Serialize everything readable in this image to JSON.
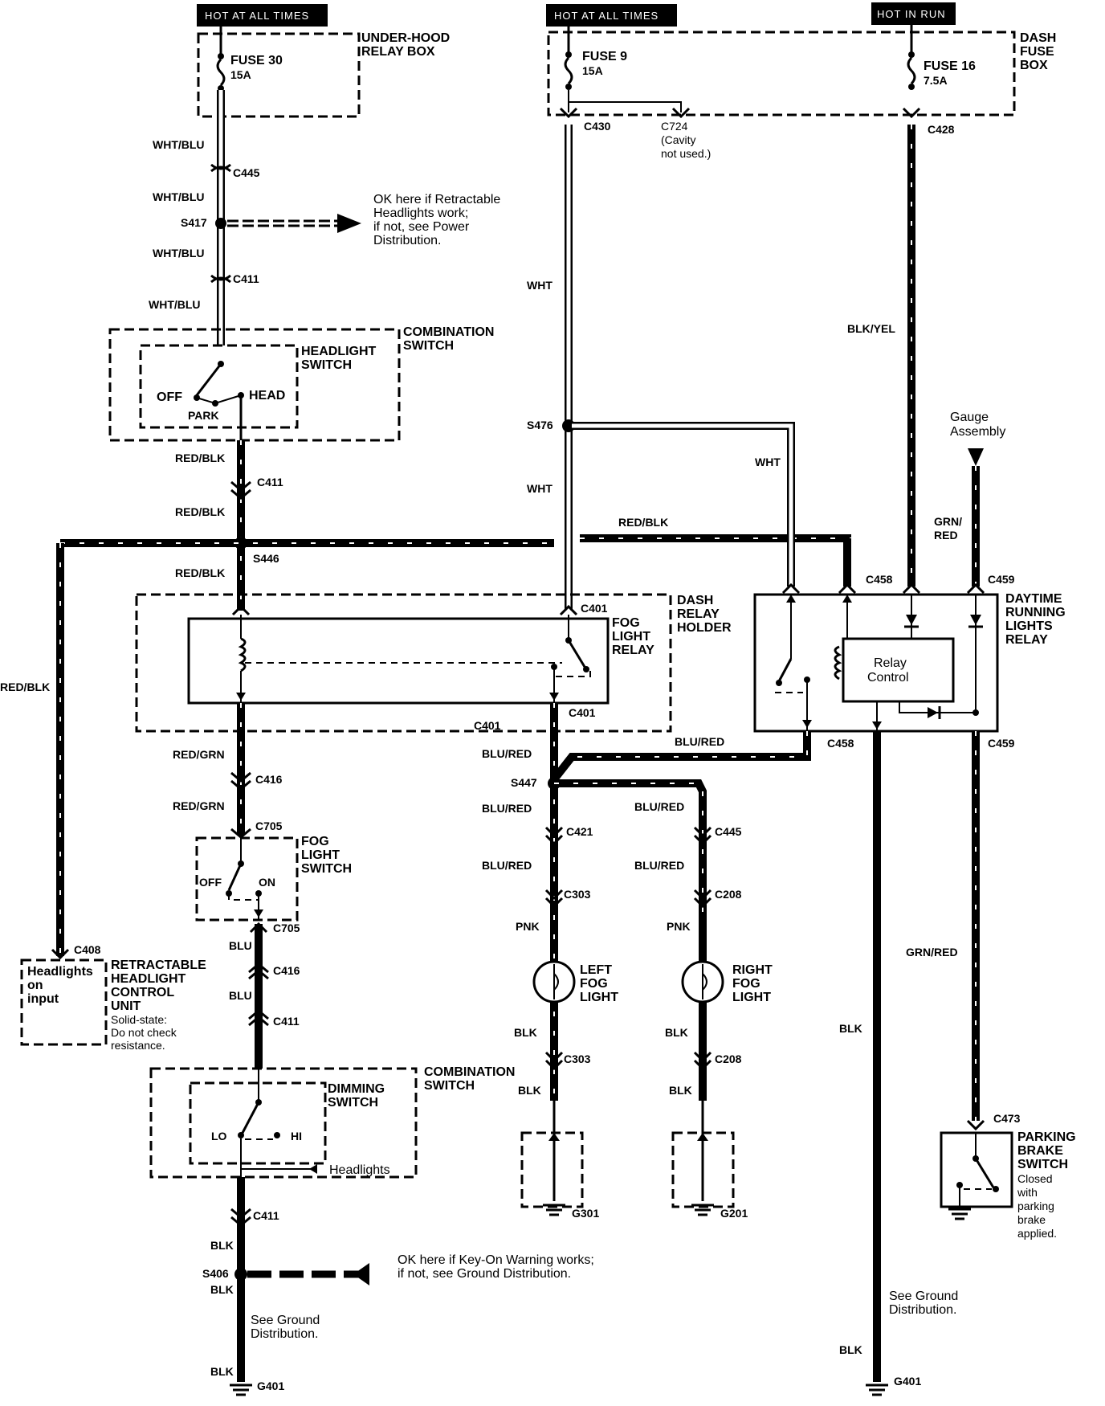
{
  "headers": {
    "hot_at_all_times_1": "HOT AT ALL TIMES",
    "hot_at_all_times_2": "HOT AT ALL TIMES",
    "hot_in_run": "HOT IN RUN"
  },
  "boxes": {
    "under_hood_relay_box_1": "UNDER-HOOD",
    "under_hood_relay_box_2": "RELAY BOX",
    "dash_fuse_box_1": "DASH",
    "dash_fuse_box_2": "FUSE",
    "dash_fuse_box_3": "BOX",
    "combination_switch_1": "COMBINATION",
    "combination_switch_2": "SWITCH",
    "headlight_switch_1": "HEADLIGHT",
    "headlight_switch_2": "SWITCH",
    "dash_relay_holder_1": "DASH",
    "dash_relay_holder_2": "RELAY",
    "dash_relay_holder_3": "HOLDER",
    "fog_light_relay_1": "FOG",
    "fog_light_relay_2": "LIGHT",
    "fog_light_relay_3": "RELAY",
    "drl_relay_1": "DAYTIME",
    "drl_relay_2": "RUNNING",
    "drl_relay_3": "LIGHTS",
    "drl_relay_4": "RELAY",
    "relay_control_1": "Relay",
    "relay_control_2": "Control",
    "fog_light_switch_1": "FOG",
    "fog_light_switch_2": "LIGHT",
    "fog_light_switch_3": "SWITCH",
    "retract_unit_1": "RETRACTABLE",
    "retract_unit_2": "HEADLIGHT",
    "retract_unit_3": "CONTROL",
    "retract_unit_4": "UNIT",
    "retract_note_1": "Solid-state:",
    "retract_note_2": "Do not check",
    "retract_note_3": "resistance.",
    "headlights_on_1": "Headlights",
    "headlights_on_2": "on",
    "headlights_on_3": "input",
    "combination_switch_b1": "COMBINATION",
    "combination_switch_b2": "SWITCH",
    "dimming_switch_1": "DIMMING",
    "dimming_switch_2": "SWITCH",
    "left_fog_1": "LEFT",
    "left_fog_2": "FOG",
    "left_fog_3": "LIGHT",
    "right_fog_1": "RIGHT",
    "right_fog_2": "FOG",
    "right_fog_3": "LIGHT",
    "parking_brake_1": "PARKING",
    "parking_brake_2": "BRAKE",
    "parking_brake_3": "SWITCH",
    "parking_brake_4": "Closed",
    "parking_brake_5": "with",
    "parking_brake_6": "parking",
    "parking_brake_7": "brake",
    "parking_brake_8": "applied."
  },
  "fuses": {
    "fuse30": "FUSE 30",
    "fuse30_amp": "15A",
    "fuse9": "FUSE 9",
    "fuse9_amp": "15A",
    "fuse16": "FUSE 16",
    "fuse16_amp": "7.5A"
  },
  "switch_positions": {
    "off": "OFF",
    "park": "PARK",
    "head": "HEAD",
    "fog_off": "OFF",
    "fog_on": "ON",
    "lo": "LO",
    "hi": "HI",
    "headlights": "Headlights"
  },
  "wires": {
    "wht_blu_1": "WHT/BLU",
    "wht_blu_2": "WHT/BLU",
    "wht_blu_3": "WHT/BLU",
    "wht_blu_4": "WHT/BLU",
    "red_blk_1": "RED/BLK",
    "red_blk_2": "RED/BLK",
    "red_blk_3": "RED/BLK",
    "red_blk_h": "RED/BLK",
    "red_blk_left": "RED/BLK",
    "red_grn_1": "RED/GRN",
    "red_grn_2": "RED/GRN",
    "blu_1": "BLU",
    "blu_2": "BLU",
    "blk_1": "BLK",
    "blk_2": "BLK",
    "blk_3": "BLK",
    "wht_1": "WHT",
    "wht_2": "WHT",
    "wht_3": "WHT",
    "blk_yel": "BLK/YEL",
    "grn_red_1": "GRN/",
    "grn_red_2": "RED",
    "grn_red_3": "GRN/RED",
    "blu_red_1": "BLU/RED",
    "blu_red_2": "BLU/RED",
    "blu_red_3": "BLU/RED",
    "blu_red_4": "BLU/RED",
    "blu_red_5": "BLU/RED",
    "blu_red_6": "BLU/RED",
    "pnk_1": "PNK",
    "pnk_2": "PNK",
    "blk_l1": "BLK",
    "blk_l2": "BLK",
    "blk_r1": "BLK",
    "blk_r2": "BLK",
    "blk_drl": "BLK",
    "blk_drl2": "BLK"
  },
  "connectors": {
    "c445a": "C445",
    "s417": "S417",
    "c411a": "C411",
    "c411b": "C411",
    "s446": "S446",
    "c416a": "C416",
    "c705a": "C705",
    "c705b": "C705",
    "c416b": "C416",
    "c411c": "C411",
    "c411d": "C411",
    "s406": "S406",
    "g401a": "G401",
    "c408": "C408",
    "c430": "C430",
    "c724": "C724",
    "c724_note1": "(Cavity",
    "c724_note2": "not used.)",
    "s476": "S476",
    "c401a": "C401",
    "c401b": "C401",
    "s447": "S447",
    "c421": "C421",
    "c303a": "C303",
    "c303b": "C303",
    "g301": "G301",
    "c445b": "C445",
    "c208a": "C208",
    "c208b": "C208",
    "g201": "G201",
    "c428": "C428",
    "c458a": "C458",
    "c458b": "C458",
    "c459a": "C459",
    "c459b": "C459",
    "c473": "C473",
    "g401b": "G401"
  },
  "notes": {
    "ok_retract_1": "OK here if Retractable",
    "ok_retract_2": "Headlights work;",
    "ok_retract_3": "if not, see Power",
    "ok_retract_4": "Distribution.",
    "ok_keyon_1": "OK here if Key-On Warning works;",
    "ok_keyon_2": "if not, see Ground Distribution.",
    "see_ground_1": "See Ground",
    "see_ground_2": "Distribution.",
    "see_ground_3": "See Ground",
    "see_ground_4": "Distribution.",
    "gauge_1": "Gauge",
    "gauge_2": "Assembly"
  }
}
